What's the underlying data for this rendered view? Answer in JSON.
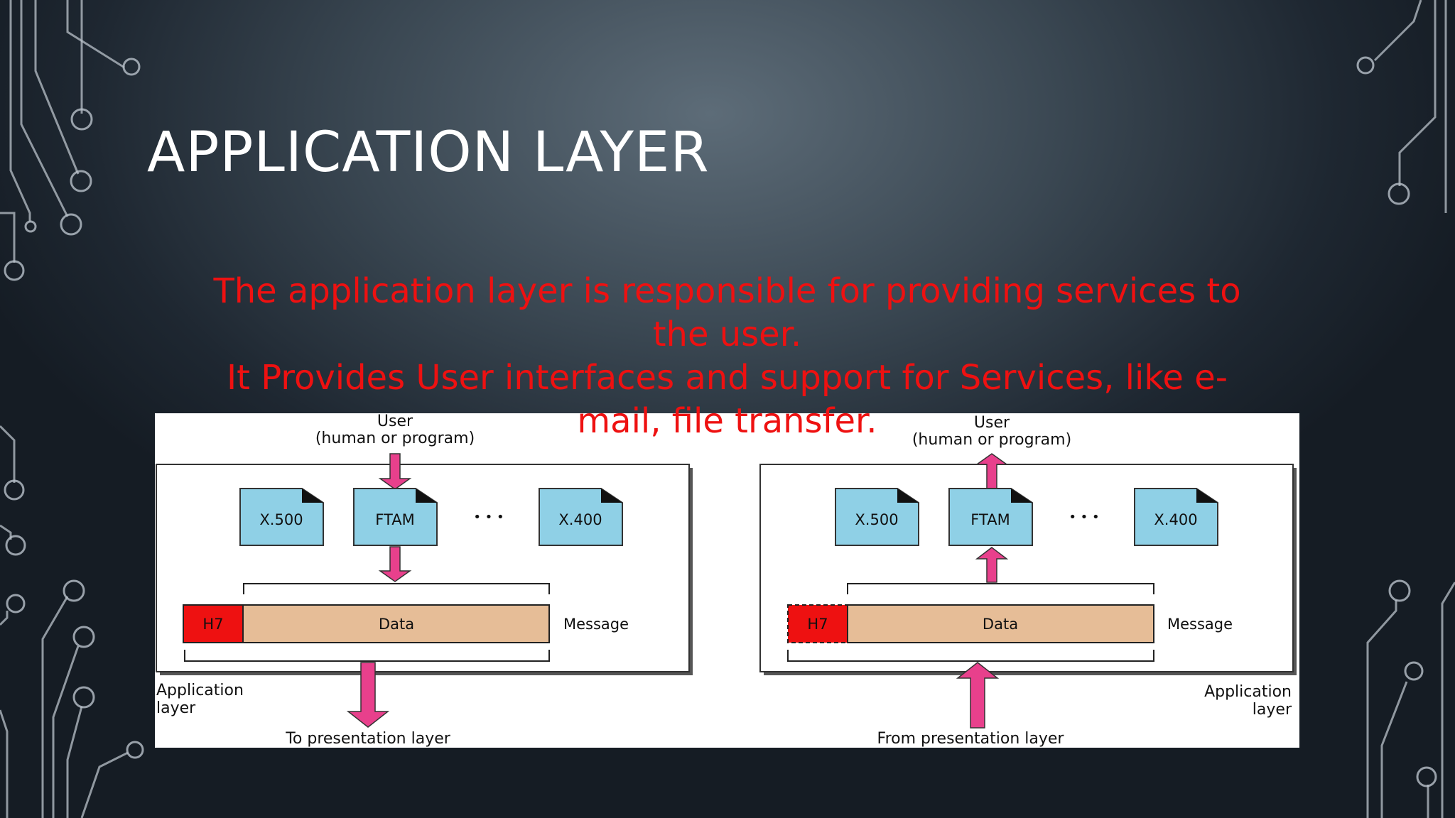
{
  "slide": {
    "title": "APPLICATION LAYER",
    "body_lines": [
      "The application layer is responsible for providing services to",
      "the user.",
      "It Provides User interfaces and support for Services, like e-",
      "mail, file transfer."
    ]
  },
  "diagram": {
    "left": {
      "user_line1": "User",
      "user_line2": "(human or program)",
      "services": [
        "X.500",
        "FTAM",
        "X.400"
      ],
      "ellipsis": "• • •",
      "header": "H7",
      "data": "Data",
      "message": "Message",
      "layer_line1": "Application",
      "layer_line2": "layer",
      "bottom": "To presentation layer"
    },
    "right": {
      "user_line1": "User",
      "user_line2": "(human or program)",
      "services": [
        "X.500",
        "FTAM",
        "X.400"
      ],
      "ellipsis": "• • •",
      "header": "H7",
      "data": "Data",
      "message": "Message",
      "layer_line1": "Application",
      "layer_line2": "layer",
      "bottom": "From presentation layer"
    },
    "colors": {
      "service_fill": "#8fd0e6",
      "header_fill": "#ee1111",
      "data_fill": "#e6bd97",
      "arrow_fill": "#e8408c",
      "body_text": "#ee1111"
    }
  }
}
